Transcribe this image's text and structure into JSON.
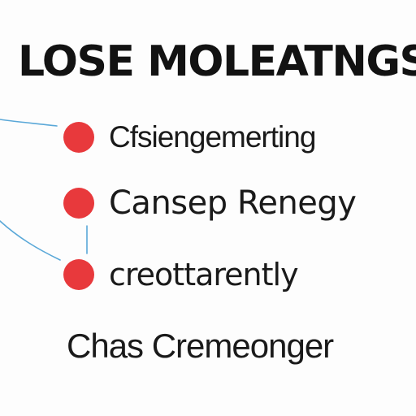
{
  "diagram": {
    "title": "LOSE MOLEATNGS",
    "nodes": [
      {
        "label": "Cfsiengemerting",
        "color": "#e8393c"
      },
      {
        "label": "Cansep Renegy",
        "color": "#e8393c"
      },
      {
        "label": "creottarently",
        "color": "#e8393c"
      }
    ],
    "footer": "Chas Cremeonger",
    "connector_color": "#5aa8d8"
  }
}
